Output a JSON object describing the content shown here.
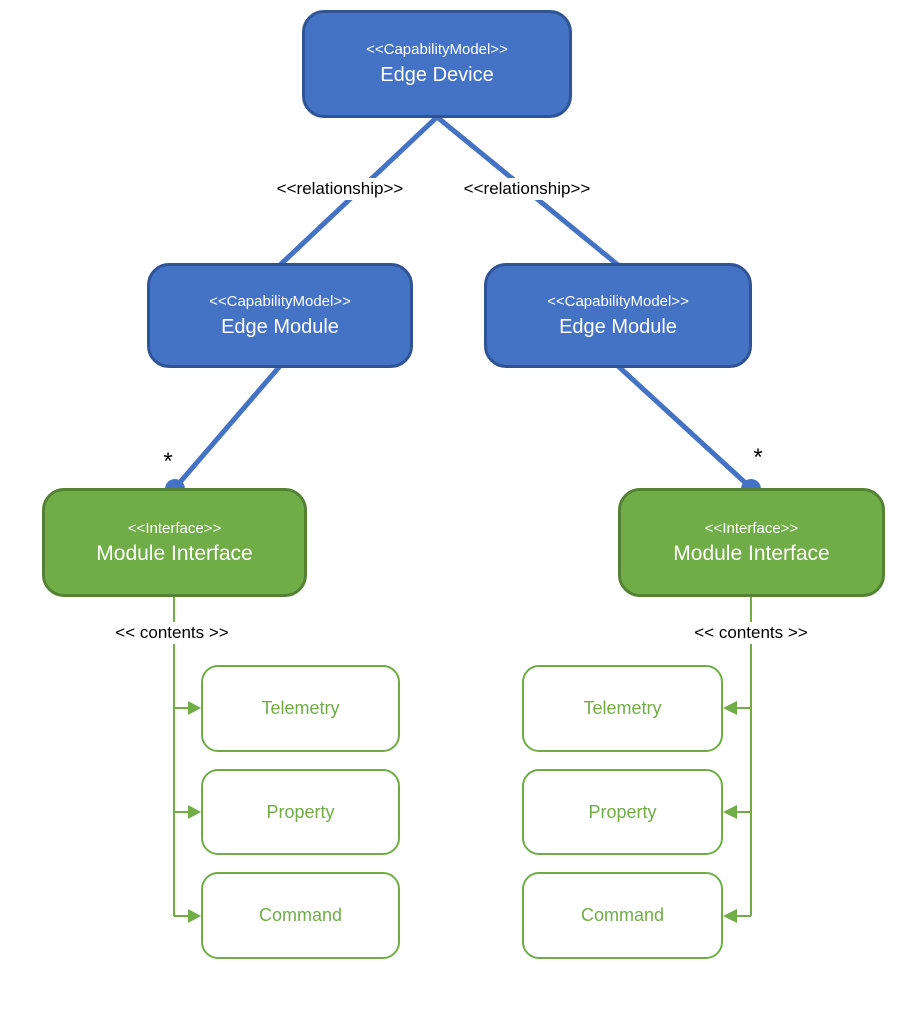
{
  "root_node": {
    "stereotype": "<<CapabilityModel>>",
    "name": "Edge Device"
  },
  "relationship_labels": {
    "left": "<<relationship>>",
    "right": "<<relationship>>"
  },
  "branches": {
    "left": {
      "module": {
        "stereotype": "<<CapabilityModel>>",
        "name": "Edge Module"
      },
      "multiplicity": "*",
      "interface": {
        "stereotype": "<<Interface>>",
        "name": "Module Interface"
      },
      "contents_label": "<< contents >>",
      "capabilities": [
        "Telemetry",
        "Property",
        "Command"
      ]
    },
    "right": {
      "module": {
        "stereotype": "<<CapabilityModel>>",
        "name": "Edge Module"
      },
      "multiplicity": "*",
      "interface": {
        "stereotype": "<<Interface>>",
        "name": "Module Interface"
      },
      "contents_label": "<< contents >>",
      "capabilities": [
        "Telemetry",
        "Property",
        "Command"
      ]
    }
  },
  "colors": {
    "node_blue_fill": "#4472C4",
    "node_blue_border": "#2F5496",
    "connector_blue": "#4472C4",
    "node_green_fill": "#70AD47",
    "node_green_border": "#548235",
    "connector_green": "#70AD47",
    "item_border": "#70AD47",
    "item_text": "#70AD47",
    "node_text": "#FFFFFF",
    "label_text": "#000000"
  }
}
